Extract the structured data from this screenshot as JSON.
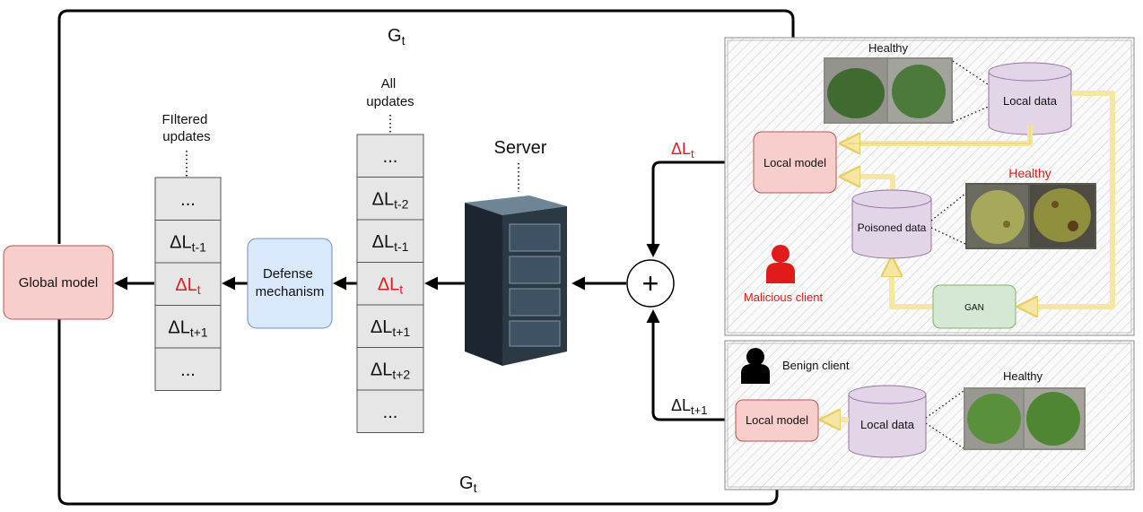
{
  "diagram": {
    "gt_top": "G",
    "gt_bottom": "G",
    "gt_sub": "t",
    "global_model": "Global model",
    "defense_line1": "Defense",
    "defense_line2": "mechanism",
    "filtered_line1": "FIltered",
    "filtered_line2": "updates",
    "all_line1": "All",
    "all_line2": "updates",
    "server": "Server",
    "plus": "+",
    "delta_mal": "ΔL",
    "delta_mal_sub": "t",
    "delta_ben": "ΔL",
    "delta_ben_sub": "t+1",
    "filtered_cells": [
      {
        "main": "...",
        "sub": ""
      },
      {
        "main": "ΔL",
        "sub": "t-1"
      },
      {
        "main": "ΔL",
        "sub": "t",
        "highlight": true
      },
      {
        "main": "ΔL",
        "sub": "t+1"
      },
      {
        "main": "...",
        "sub": ""
      }
    ],
    "all_cells": [
      {
        "main": "...",
        "sub": ""
      },
      {
        "main": "ΔL",
        "sub": "t-2"
      },
      {
        "main": "ΔL",
        "sub": "t-1"
      },
      {
        "main": "ΔL",
        "sub": "t",
        "highlight": true
      },
      {
        "main": "ΔL",
        "sub": "t+1"
      },
      {
        "main": "ΔL",
        "sub": "t+2"
      },
      {
        "main": "...",
        "sub": ""
      }
    ],
    "malicious": {
      "healthy_top": "Healthy",
      "local_data": "Local data",
      "local_model": "Local model",
      "poisoned_data": "Poisoned data",
      "healthy_poisoned": "Healthy",
      "gan": "GAN",
      "client_label": "Malicious client"
    },
    "benign": {
      "client_label": "Benign client",
      "healthy": "Healthy",
      "local_model": "Local model",
      "local_data": "Local data"
    },
    "colors": {
      "red": "#e11b1b",
      "pink": "#f8cecc",
      "pink_border": "#b85450",
      "blue": "#dae8fc",
      "blue_border": "#6c8ebf",
      "purple": "#e1d5e7",
      "purple_border": "#9673a6",
      "green": "#d5e8d4",
      "green_border": "#82b366",
      "yellow_arrow": "#f5e7a3"
    }
  }
}
